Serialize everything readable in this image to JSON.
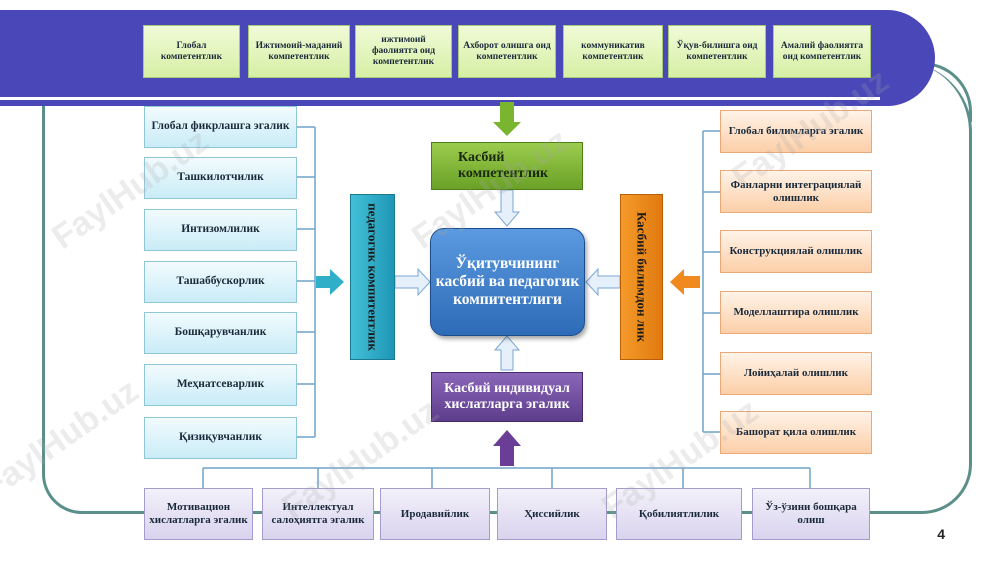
{
  "top_competencies": [
    "Глобал компетентлик",
    "Ижтимоий-маданий компетентлик",
    "ижтимоий фаолиятга оид компетентлик",
    "Ахборот олишга оид компетентлик",
    "коммуникатив компетентлик",
    "Ўқув-билишга оид компетентлик",
    "Амалий фаолиятга оид компетентлик"
  ],
  "left_items": [
    "Глобал фикрлашга эгалик",
    "Ташкилотчилик",
    "Интизомлилик",
    "Ташаббускорлик",
    "Бошқарувчанлик",
    "Меҳнатсеварлик",
    "Қизиқувчанлик"
  ],
  "right_items": [
    "Глобал билимларга эгалик",
    "Фанларни интеграциялай олишлик",
    "Конструкциялай олишлик",
    "Моделлаштира олишлик",
    "Лойиҳалай олишлик",
    "Башорат қила олишлик"
  ],
  "bottom_items": [
    "Мотивацион хислатларга эгалик",
    "Интеллектуал салоҳиятга эгалик",
    "Иродавийлик",
    "Ҳиссийлик",
    "Қобилиятлилик",
    "Ўз-ўзини бошқара олиш"
  ],
  "kasbiy_kompetentlik": "Касбий компетентлик",
  "center_title": "Ўқитувчининг касбий ва педагогик компитентлиги",
  "pedagogik_label": "педагогик компитентлик",
  "kasbiy_bilimdon_label": "Касбий билимдон лик",
  "kasbiy_individual": "Касбий индивидуал хислатларга эгалик",
  "watermark": "FaylHub.uz",
  "page_number": "4",
  "colors": {
    "banner": "#4a47b8",
    "green_arrow": "#7ab530",
    "teal_arrow": "#2fb0c8",
    "orange_arrow": "#f08a1e",
    "purple_arrow": "#6a3d96",
    "center_box": "#3a7fcf"
  }
}
